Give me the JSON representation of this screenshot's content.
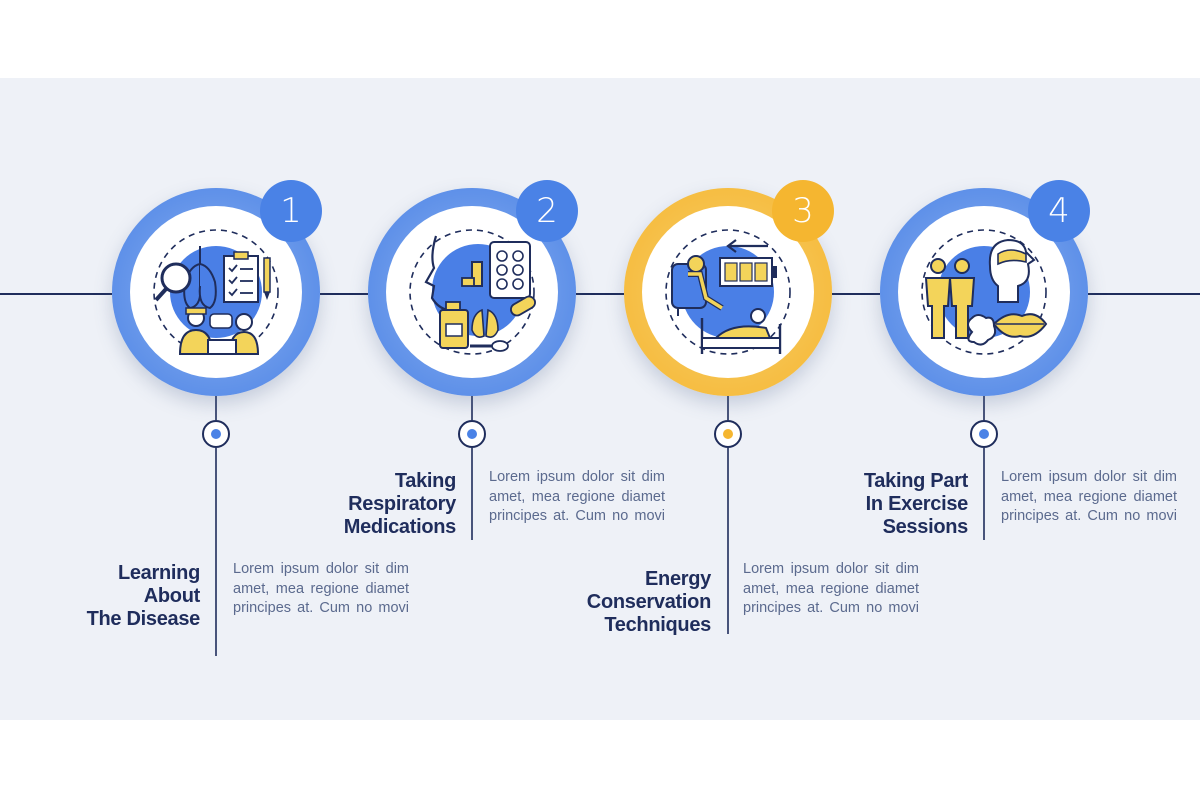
{
  "colors": {
    "primary": "#4a82e6",
    "primary_light": "#8fb3ef",
    "accent": "#f5b630",
    "accent_light": "#f8cf6e",
    "navy": "#1f2d5c",
    "icon_yellow": "#f3d45a",
    "icon_blue": "#4a7fe6",
    "line": "#1f2d5c"
  },
  "steps": [
    {
      "number": "1",
      "title_lines": [
        "Learning",
        "About",
        "The Disease"
      ],
      "description": "Lorem ipsum dolor sit dim amet, mea regione diamet principes at. Cum no movi",
      "icon": "lungs-checklist-doctor-icon",
      "highlight": false
    },
    {
      "number": "2",
      "title_lines": [
        "Taking",
        "Respiratory",
        "Medications"
      ],
      "description": "Lorem ipsum dolor sit dim amet, mea regione diamet principes at. Cum no movi",
      "icon": "inhaler-pills-icon",
      "highlight": false
    },
    {
      "number": "3",
      "title_lines": [
        "Energy",
        "Conservation",
        "Techniques"
      ],
      "description": "Lorem ipsum dolor sit dim amet, mea regione diamet principes at. Cum no movi",
      "icon": "battery-rest-icon",
      "highlight": true
    },
    {
      "number": "4",
      "title_lines": [
        "Taking Part",
        "In Exercise",
        "Sessions"
      ],
      "description": "Lorem ipsum dolor sit dim amet, mea regione diamet principes at. Cum no movi",
      "icon": "breathing-exercise-icon",
      "highlight": false
    }
  ]
}
